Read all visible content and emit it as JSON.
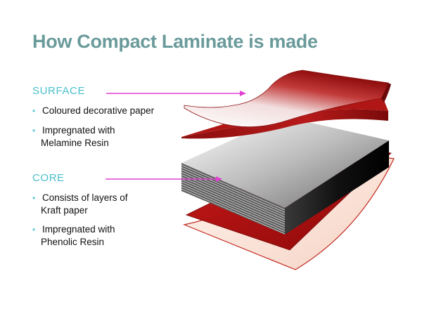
{
  "title": "How Compact Laminate is made",
  "sections": [
    {
      "heading": "SURFACE",
      "bullets": [
        {
          "line1": "Coloured decorative paper",
          "line2": ""
        },
        {
          "line1": "Impregnated with",
          "line2": "Melamine Resin"
        }
      ]
    },
    {
      "heading": "CORE",
      "bullets": [
        {
          "line1": "Consists of layers of",
          "line2": "Kraft paper"
        },
        {
          "line1": "Impregnated with",
          "line2": "Phenolic Resin"
        }
      ]
    }
  ],
  "colors": {
    "title": "#6a9a9a",
    "heading": "#4ac0cc",
    "bullet_dot": "#57c8d2",
    "arrow": "#e040d0",
    "surface_red": "#b31616",
    "core_gray": "#6e6e6e"
  }
}
